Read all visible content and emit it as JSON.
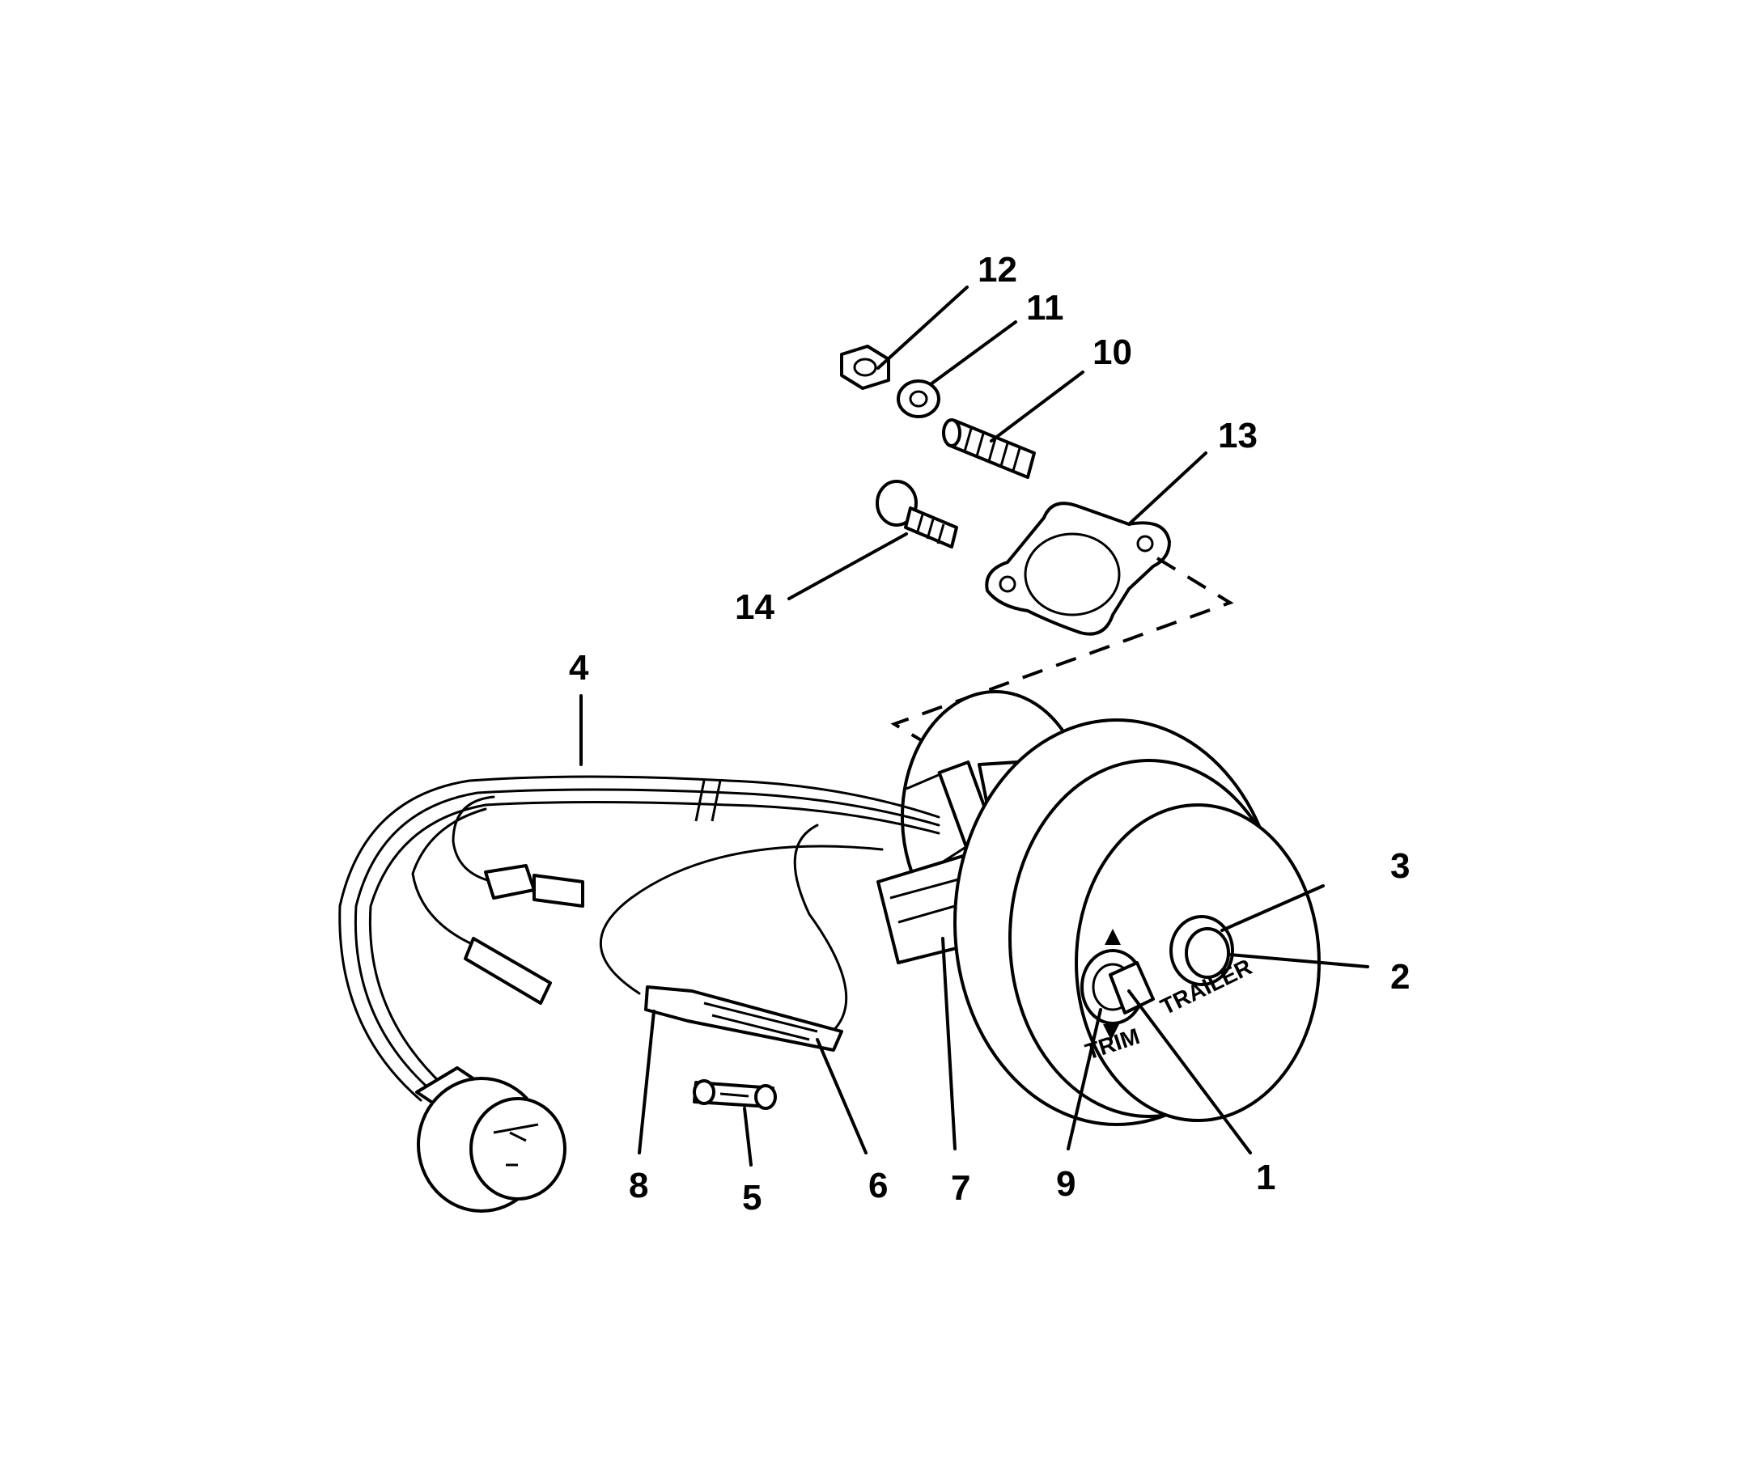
{
  "callouts": {
    "c1": "1",
    "c2": "2",
    "c3": "3",
    "c4": "4",
    "c5": "5",
    "c6": "6",
    "c7": "7",
    "c8": "8",
    "c9": "9",
    "c10": "10",
    "c11": "11",
    "c12": "12",
    "c13": "13",
    "c14": "14"
  },
  "face_labels": {
    "trim": "TRIM",
    "trailer": "TRAILER"
  },
  "colors": {
    "ink": "#000000",
    "paper": "#ffffff"
  }
}
